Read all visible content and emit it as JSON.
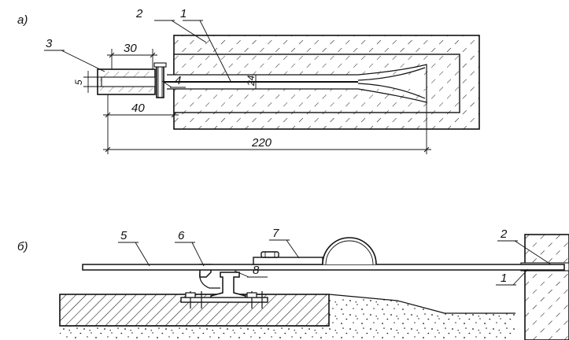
{
  "part_a": {
    "label": "а)",
    "callouts": [
      "1",
      "2",
      "3",
      "4"
    ],
    "dimensions": {
      "d30": "30",
      "d5": "5",
      "d24": "24",
      "d40": "40",
      "d220": "220"
    }
  },
  "part_b": {
    "label": "б)",
    "callouts": [
      "5",
      "6",
      "7",
      "8",
      "2",
      "1"
    ]
  }
}
